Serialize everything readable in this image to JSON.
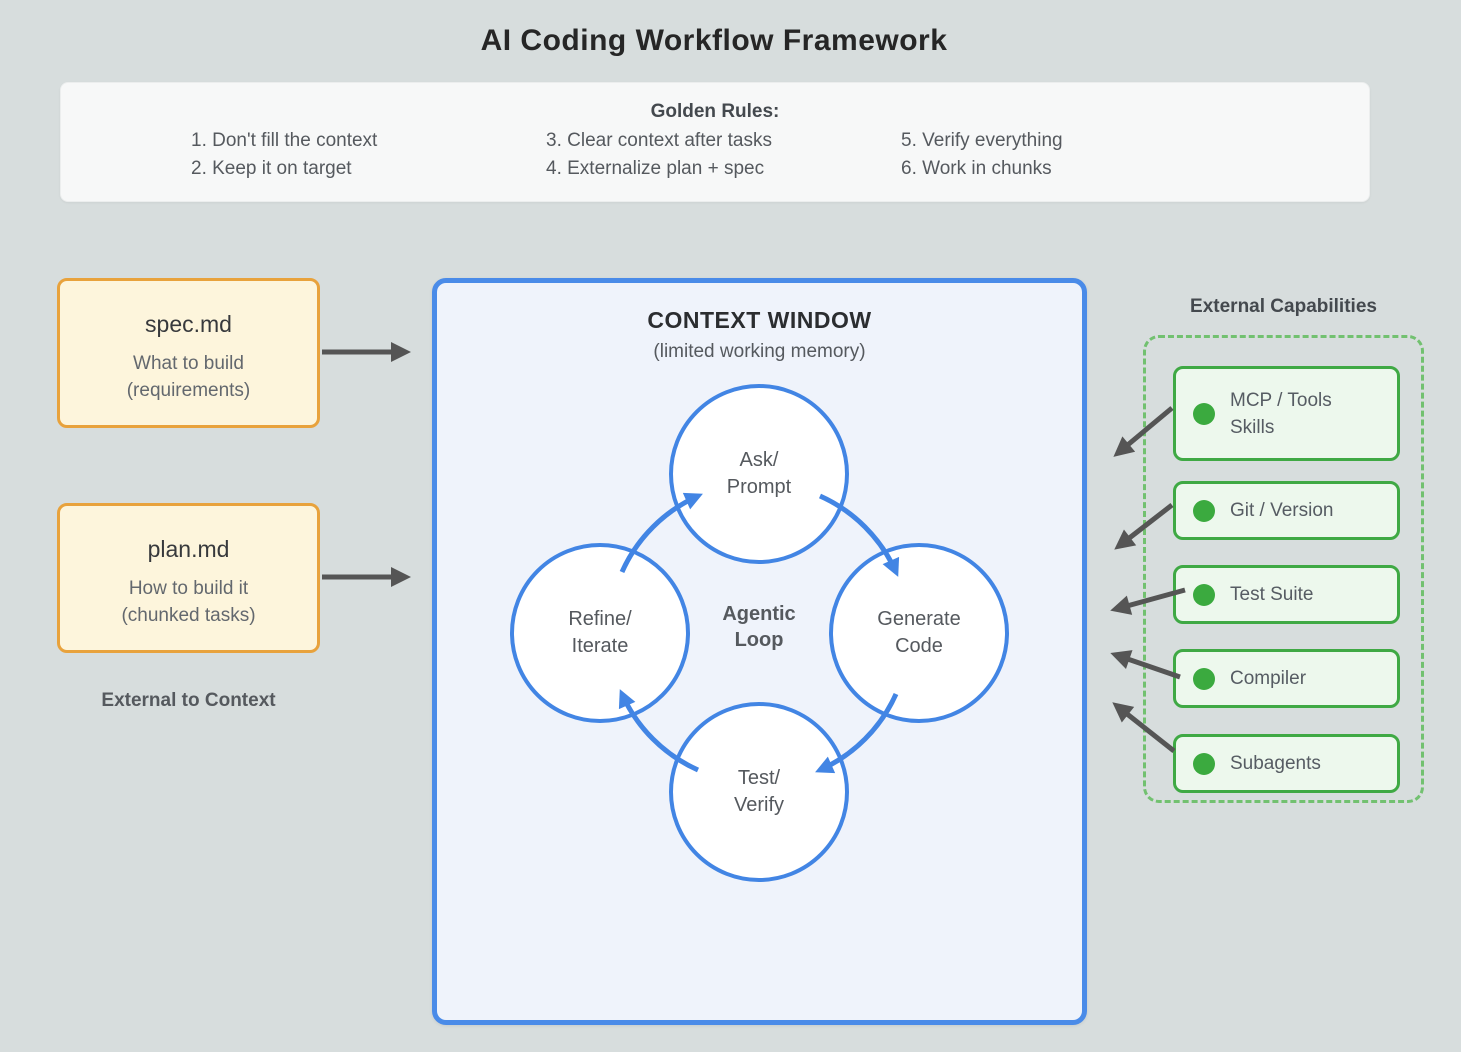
{
  "title": "AI Coding Workflow Framework",
  "golden_rules": {
    "heading": "Golden Rules:",
    "rules": [
      "1. Don't fill the context",
      "2. Keep it on target",
      "3. Clear context after tasks",
      "4. Externalize plan + spec",
      "5. Verify everything",
      "6. Work in chunks"
    ]
  },
  "files": {
    "spec": {
      "title": "spec.md",
      "desc1": "What to build",
      "desc2": "(requirements)"
    },
    "plan": {
      "title": "plan.md",
      "desc1": "How to build it",
      "desc2": "(chunked tasks)"
    },
    "caption": "External to Context"
  },
  "context_window": {
    "title": "CONTEXT WINDOW",
    "subtitle": "(limited working memory)",
    "loop_label_line1": "Agentic",
    "loop_label_line2": "Loop",
    "nodes": {
      "ask": {
        "line1": "Ask/",
        "line2": "Prompt"
      },
      "generate": {
        "line1": "Generate",
        "line2": "Code"
      },
      "test": {
        "line1": "Test/",
        "line2": "Verify"
      },
      "refine": {
        "line1": "Refine/",
        "line2": "Iterate"
      }
    }
  },
  "external_capabilities": {
    "title": "External Capabilities",
    "items": [
      {
        "label": "MCP / Tools",
        "label2": "Skills"
      },
      {
        "label": "Git / Version"
      },
      {
        "label": "Test Suite"
      },
      {
        "label": "Compiler"
      },
      {
        "label": "Subagents"
      }
    ]
  },
  "colors": {
    "page_background": "#D7DDDD",
    "blue_accent": "#4285E4",
    "context_window_fill": "#EFF3FB",
    "context_window_border": "#4A8BE8",
    "file_card_fill": "#FDF5DC",
    "file_card_border": "#E8A23C",
    "capability_fill": "#EDF8ED",
    "capability_border": "#3FA944",
    "capability_dashed_border": "#72C170",
    "capability_dot": "#3BAA3F",
    "arrow_gray": "#555555",
    "rules_panel_fill": "#F7F8F8"
  }
}
